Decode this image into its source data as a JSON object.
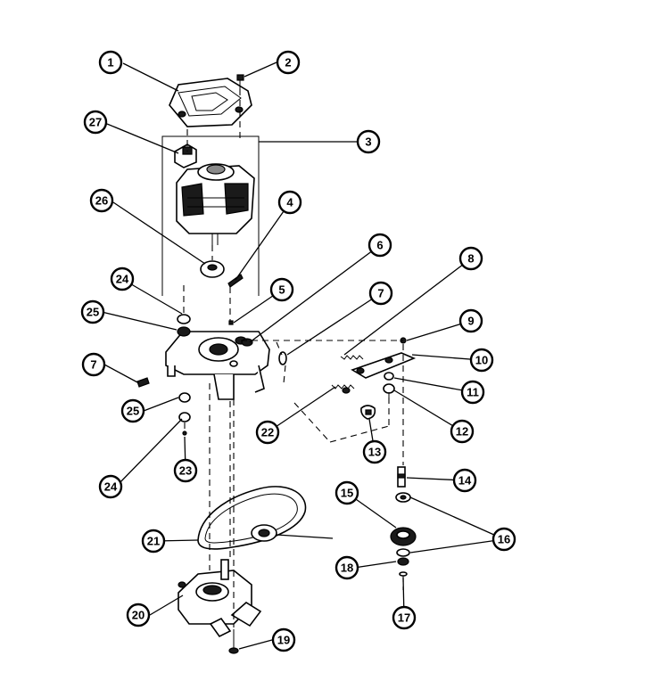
{
  "callouts": [
    {
      "id": "c1",
      "label": "1"
    },
    {
      "id": "c2",
      "label": "2"
    },
    {
      "id": "c3",
      "label": "3"
    },
    {
      "id": "c4",
      "label": "4"
    },
    {
      "id": "c5",
      "label": "5"
    },
    {
      "id": "c6",
      "label": "6"
    },
    {
      "id": "c7a",
      "label": "7"
    },
    {
      "id": "c7b",
      "label": "7"
    },
    {
      "id": "c8",
      "label": "8"
    },
    {
      "id": "c9",
      "label": "9"
    },
    {
      "id": "c10",
      "label": "10"
    },
    {
      "id": "c11",
      "label": "11"
    },
    {
      "id": "c12",
      "label": "12"
    },
    {
      "id": "c13",
      "label": "13"
    },
    {
      "id": "c14",
      "label": "14"
    },
    {
      "id": "c15",
      "label": "15"
    },
    {
      "id": "c16",
      "label": "16"
    },
    {
      "id": "c17",
      "label": "17"
    },
    {
      "id": "c18",
      "label": "18"
    },
    {
      "id": "c19",
      "label": "19"
    },
    {
      "id": "c20",
      "label": "20"
    },
    {
      "id": "c21",
      "label": "21"
    },
    {
      "id": "c22",
      "label": "22"
    },
    {
      "id": "c23",
      "label": "23"
    },
    {
      "id": "c24a",
      "label": "24"
    },
    {
      "id": "c24b",
      "label": "24"
    },
    {
      "id": "c25a",
      "label": "25"
    },
    {
      "id": "c25b",
      "label": "25"
    },
    {
      "id": "c26",
      "label": "26"
    },
    {
      "id": "c27",
      "label": "27"
    }
  ]
}
